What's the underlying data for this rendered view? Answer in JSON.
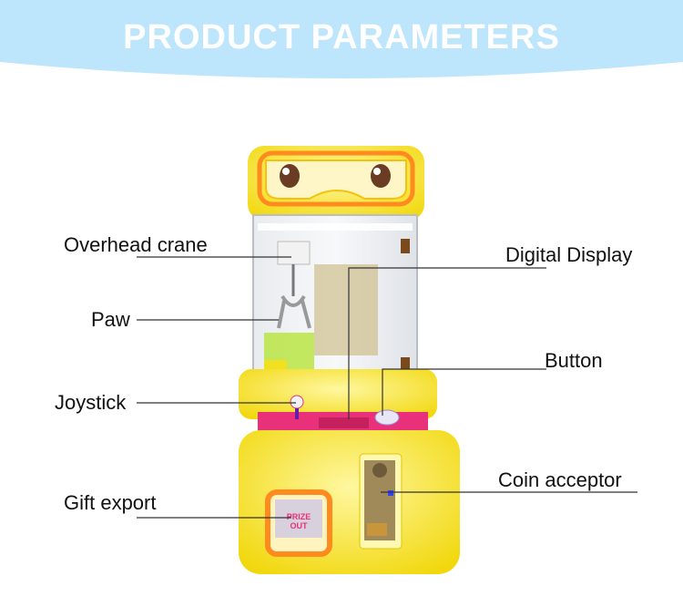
{
  "header": {
    "title": "PRODUCT PARAMETERS",
    "background_color": "#bde6fd"
  },
  "machine": {
    "body_color": "#f5e61a",
    "glow_color": "#ff8a1e",
    "panel_color": "#e8317a",
    "prize_sticker": "PRIZE OUT"
  },
  "labels": [
    {
      "id": "overhead-crane",
      "text": "Overhead crane"
    },
    {
      "id": "digital-display",
      "text": "Digital Display"
    },
    {
      "id": "paw",
      "text": "Paw"
    },
    {
      "id": "button",
      "text": "Button"
    },
    {
      "id": "joystick",
      "text": "Joystick"
    },
    {
      "id": "coin-acceptor",
      "text": "Coin acceptor"
    },
    {
      "id": "gift-export",
      "text": "Gift export"
    }
  ]
}
